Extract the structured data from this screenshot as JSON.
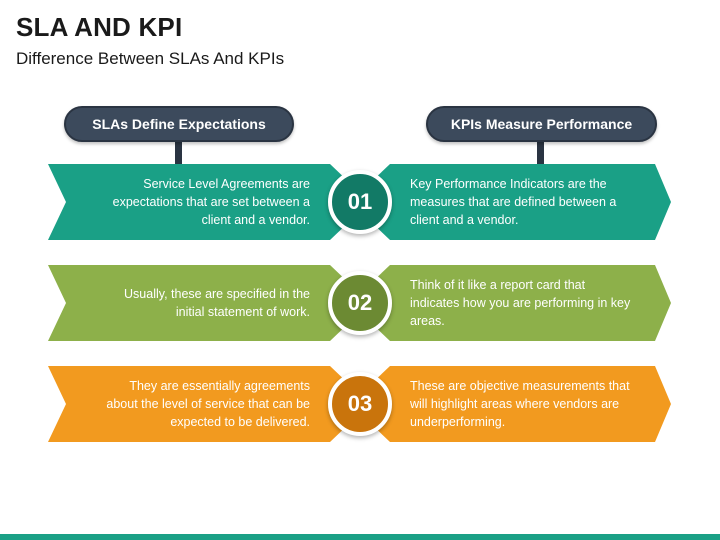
{
  "header": {
    "title": "SLA AND KPI",
    "subtitle": "Difference Between SLAs And KPIs"
  },
  "columns": {
    "left_heading": "SLAs Define Expectations",
    "right_heading": "KPIs Measure Performance"
  },
  "rows": [
    {
      "number": "01",
      "color": "#1aa086",
      "circle_color": "#127a66",
      "left_text": "Service Level Agreements are expectations that are set between a client and a vendor.",
      "right_text": "Key Performance Indicators are the measures that are defined between a client and a vendor."
    },
    {
      "number": "02",
      "color": "#8db04a",
      "circle_color": "#6c8a33",
      "left_text": "Usually, these are specified in the initial statement of work.",
      "right_text": "Think of it like a report card that indicates how you are performing in key areas."
    },
    {
      "number": "03",
      "color": "#f29a1f",
      "circle_color": "#c9740c",
      "left_text": "They are essentially agreements about the level of service that can be expected to be delivered.",
      "right_text": "These are objective measurements that will highlight areas where vendors are underperforming."
    }
  ],
  "colors": {
    "heading_pill": "#3c4a5c",
    "bottom_bar": "#1aa086"
  }
}
